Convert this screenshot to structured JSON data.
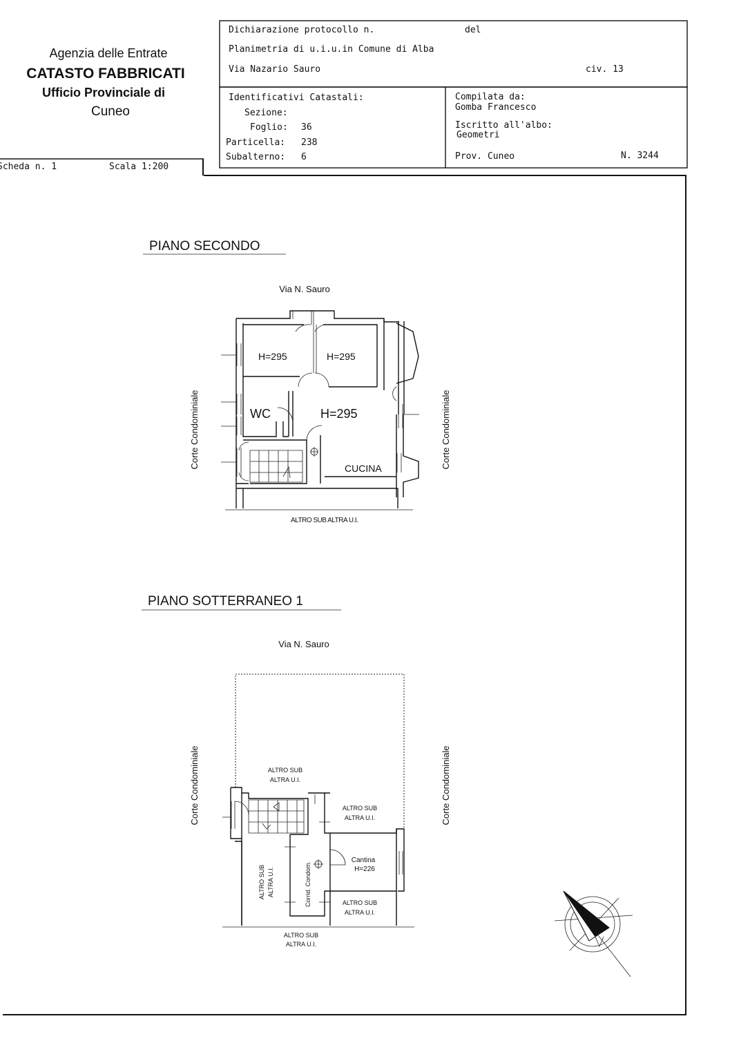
{
  "agency": {
    "line1": "Agenzia delle Entrate",
    "line2": "CATASTO FABBRICATI",
    "line3": "Ufficio Provinciale di",
    "line4": "Cuneo"
  },
  "scheda": {
    "label": "Scheda n. 1",
    "scale": "Scala 1:200"
  },
  "header": {
    "dichiarazione": "Dichiarazione protocollo n.",
    "del": "del",
    "planimetria": "Planimetria di u.i.u.in Comune di Alba",
    "via": "Via Nazario Sauro",
    "civ": "civ. 13"
  },
  "identificativi": {
    "title": "Identificativi Catastali:",
    "sezione_label": "Sezione:",
    "sezione_value": "",
    "foglio_label": "Foglio:",
    "foglio_value": "36",
    "particella_label": "Particella:",
    "particella_value": "238",
    "subalterno_label": "Subalterno:",
    "subalterno_value": "6"
  },
  "compilata": {
    "title": "Compilata da:",
    "name": "Gomba Francesco",
    "iscritto": "Iscritto all'albo:",
    "albo": "Geometri",
    "prov": "Prov. Cuneo",
    "numero": "N. 3244"
  },
  "floor1": {
    "title": "PIANO SECONDO",
    "street": "Via N. Sauro",
    "room1": "H=295",
    "room2": "H=295",
    "room3": "H=295",
    "wc": "WC",
    "cucina": "CUCINA",
    "corte_left": "Corte Condominiale",
    "corte_right": "Corte Condominiale",
    "bottom": "ALTRO SUB ALTRA U.I."
  },
  "floor2": {
    "title": "PIANO SOTTERRANEO 1",
    "street": "Via N. Sauro",
    "corte_left": "Corte Condominiale",
    "corte_right": "Corte Condominiale",
    "altro": "ALTRO SUB",
    "altra": "ALTRA U.I.",
    "cantina": "Cantina",
    "cantina_h": "H=226",
    "corridoio": "Corrid. Condom."
  }
}
